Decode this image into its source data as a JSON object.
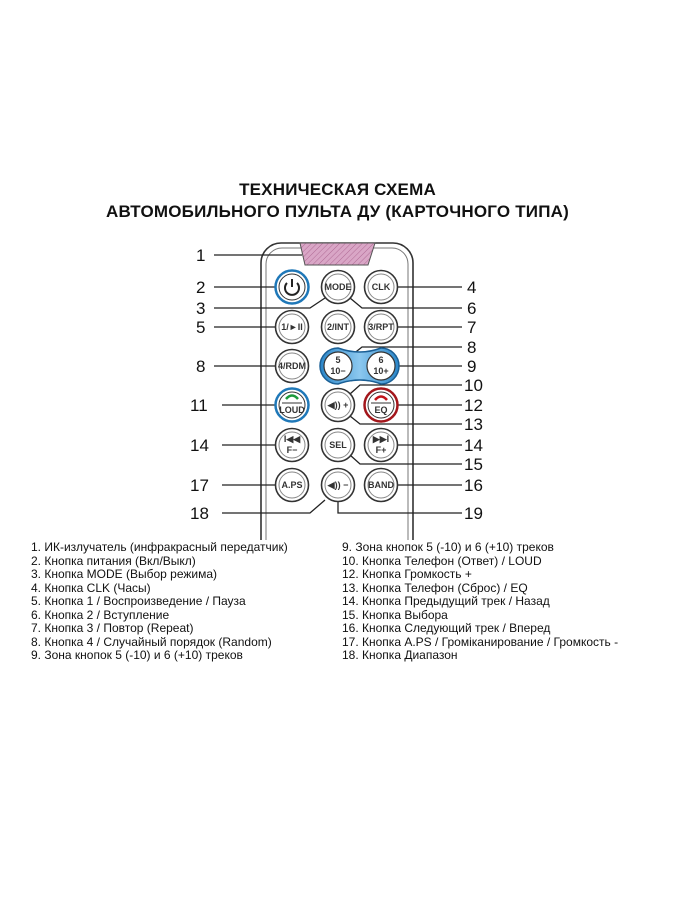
{
  "title": {
    "line1": "ТЕХНИЧЕСКАЯ СХЕМА",
    "line2": "АВТОМОБИЛЬНОГО ПУЛЬТА ДУ (КАРТОЧНОГО ТИПА)"
  },
  "buttons": {
    "mode": "MODE",
    "clk": "CLK",
    "b1": "1/►II",
    "b2": "2/INT",
    "b3": "3/RPT",
    "b4": "4/RDM",
    "b5a": "5",
    "b5b": "10−",
    "b6a": "6",
    "b6b": "10+",
    "loud": "LOUD",
    "volup": "◀)) +",
    "eq": "EQ",
    "prev_a": "I◀◀",
    "prev_b": "F−",
    "sel": "SEL",
    "next_a": "▶▶I",
    "next_b": "F+",
    "aps": "A.PS",
    "voldn": "◀)) −",
    "band": "BAND"
  },
  "callouts_left": [
    "1",
    "2",
    "3",
    "5",
    "8",
    "11",
    "14",
    "17",
    "18"
  ],
  "callouts_right": [
    "4",
    "6",
    "7",
    "8",
    "9",
    "10",
    "12",
    "13",
    "14",
    "15",
    "16",
    "19"
  ],
  "legend_left": [
    "1. ИК-излучатель (инфракрасный передатчик)",
    "2. Кнопка питания (Вкл/Выкл)",
    "3. Кнопка MODE (Выбор режима)",
    "4. Кнопка CLK (Часы)",
    "5. Кнопка 1 / Воспроизведение / Пауза",
    "6. Кнопка 2 / Вступление",
    "7. Кнопка 3 / Повтор (Repeat)",
    "8. Кнопка 4 / Случайный порядок (Random)",
    "9. Зона кнопок 5 (-10) и 6 (+10) треков"
  ],
  "legend_right": [
    "9. Зона кнопок 5 (-10) и 6 (+10) треков",
    "10. Кнопка Телефон (Ответ) / LOUD",
    "12. Кнопка Громкость +",
    "13. Кнопка Телефон (Сброс) / EQ",
    "14. Кнопка Предыдущий трек / Назад",
    "15. Кнопка Выбора",
    "16. Кнопка Следующий трек / Вперед",
    "17. Кнопка A.PS / Громіканирование / Громкость -",
    "18. Кнопка Диапазон"
  ],
  "colors": {
    "blue": "#1f78b8",
    "red": "#a3161b",
    "green": "#1d9a3c",
    "ir": "#c98bb0"
  }
}
